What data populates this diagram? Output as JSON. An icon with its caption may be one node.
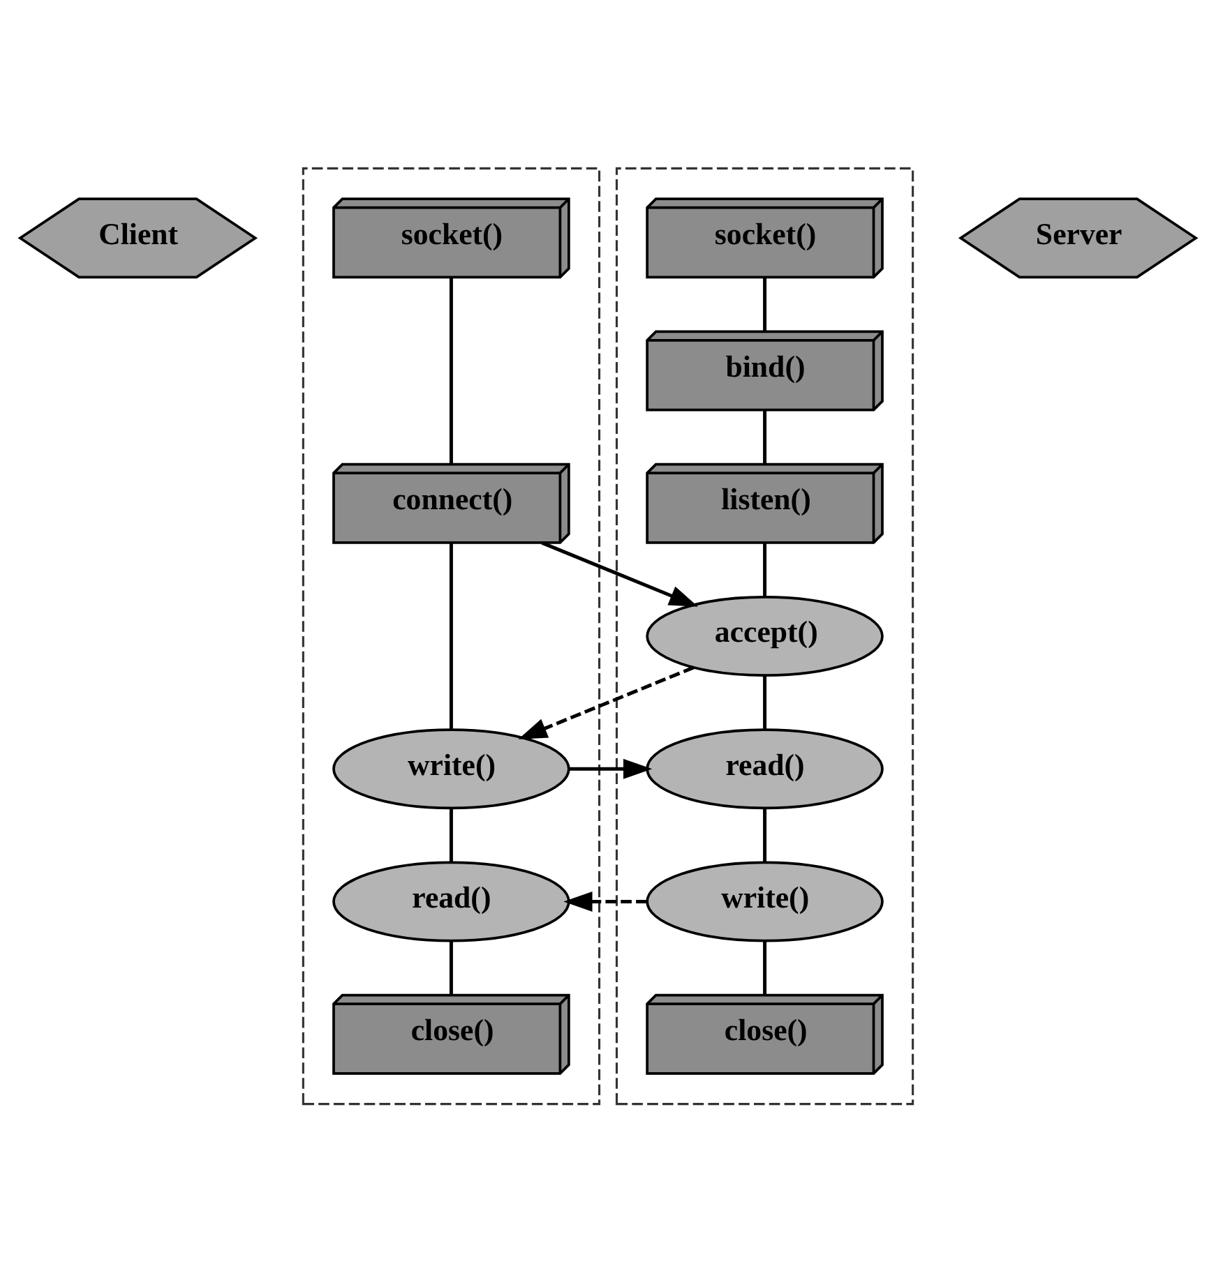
{
  "diagram": {
    "nodes": [
      {
        "text": [
          "Client"
        ]
      },
      {
        "text": [],
        "shape": "box"
      },
      {
        "text": [
          "socket()"
        ],
        "in": 1
      },
      {
        "text": [
          "connect()"
        ],
        "in": 1
      },
      {
        "text": [
          "write()"
        ],
        "in": 1
      },
      {
        "text": [
          "read()"
        ],
        "in": 1
      },
      {
        "text": [
          "close()"
        ],
        "in": 1
      },
      {
        "text": [],
        "shape": "box"
      },
      {
        "text": [
          "socket()"
        ],
        "in": 7
      },
      {
        "text": [
          "bind()"
        ],
        "in": 7
      },
      {
        "text": [
          "listen()"
        ],
        "in": 7
      },
      {
        "text": [
          "accept()"
        ],
        "in": 7
      },
      {
        "text": [
          "read()"
        ],
        "in": 7
      },
      {
        "text": [
          "write()"
        ],
        "in": 7
      },
      {
        "text": [
          "close()"
        ],
        "in": 7
      },
      {
        "text": [
          "Server"
        ]
      }
    ],
    "edges": [
      {
        "from": 2,
        "to": 3,
        "arrow": "none"
      },
      {
        "from": 3,
        "to": 4,
        "arrow": "none"
      },
      {
        "from": 4,
        "to": 5,
        "arrow": "none"
      },
      {
        "from": 5,
        "to": 6,
        "arrow": "none"
      },
      {
        "from": 8,
        "to": 9,
        "arrow": "none"
      },
      {
        "from": 9,
        "to": 10,
        "arrow": "none"
      },
      {
        "from": 10,
        "to": 11,
        "arrow": "none"
      },
      {
        "from": 11,
        "to": 12,
        "arrow": "none"
      },
      {
        "from": 12,
        "to": 13,
        "arrow": "none"
      },
      {
        "from": 13,
        "to": 14,
        "arrow": "none"
      },
      {
        "from": 3,
        "to": 11,
        "arrow": "to"
      },
      {
        "from": 11,
        "to": 4,
        "arrow": "to",
        "style": "dashed"
      },
      {
        "from": 4,
        "to": 12,
        "arrow": "to"
      },
      {
        "from": 13,
        "to": 5,
        "arrow": "to",
        "style": "dashed"
      }
    ]
  }
}
